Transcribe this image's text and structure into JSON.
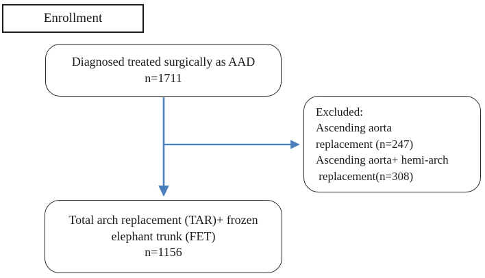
{
  "figure": {
    "type": "flowchart",
    "orientation": "top-down-with-side-exclusion",
    "accent_color": "#4a7ebb",
    "box_border_color": "#262626",
    "header_border_color": "#1d1d1d",
    "background_color": "#ffffff"
  },
  "nodes": {
    "enrollment": {
      "label": "Enrollment",
      "shape": "rectangle"
    },
    "diagnosed": {
      "line1": "Diagnosed treated surgically as AAD",
      "line2": "n=1711",
      "count": 1711,
      "shape": "rounded-rectangle"
    },
    "excluded": {
      "line1": "Excluded:",
      "line2": "Ascending aorta",
      "line3": "replacement (n=247)",
      "line4": "Ascending aorta+ hemi-arch",
      "line5": " replacement(n=308)",
      "counts": [
        247,
        308
      ],
      "shape": "rounded-rectangle"
    },
    "tar_fet": {
      "line1": "Total arch replacement (TAR)+ frozen",
      "line2": "elephant trunk (FET)",
      "line3": "n=1156",
      "count": 1156,
      "shape": "rounded-rectangle"
    }
  },
  "connectors": [
    {
      "name": "diagnosed-to-excluded",
      "from": "diagnosed",
      "to": "excluded",
      "direction": "right",
      "color": "#4a7ebb"
    },
    {
      "name": "diagnosed-to-tar-fet",
      "from": "diagnosed",
      "to": "tar_fet",
      "direction": "down",
      "color": "#4a7ebb"
    }
  ]
}
